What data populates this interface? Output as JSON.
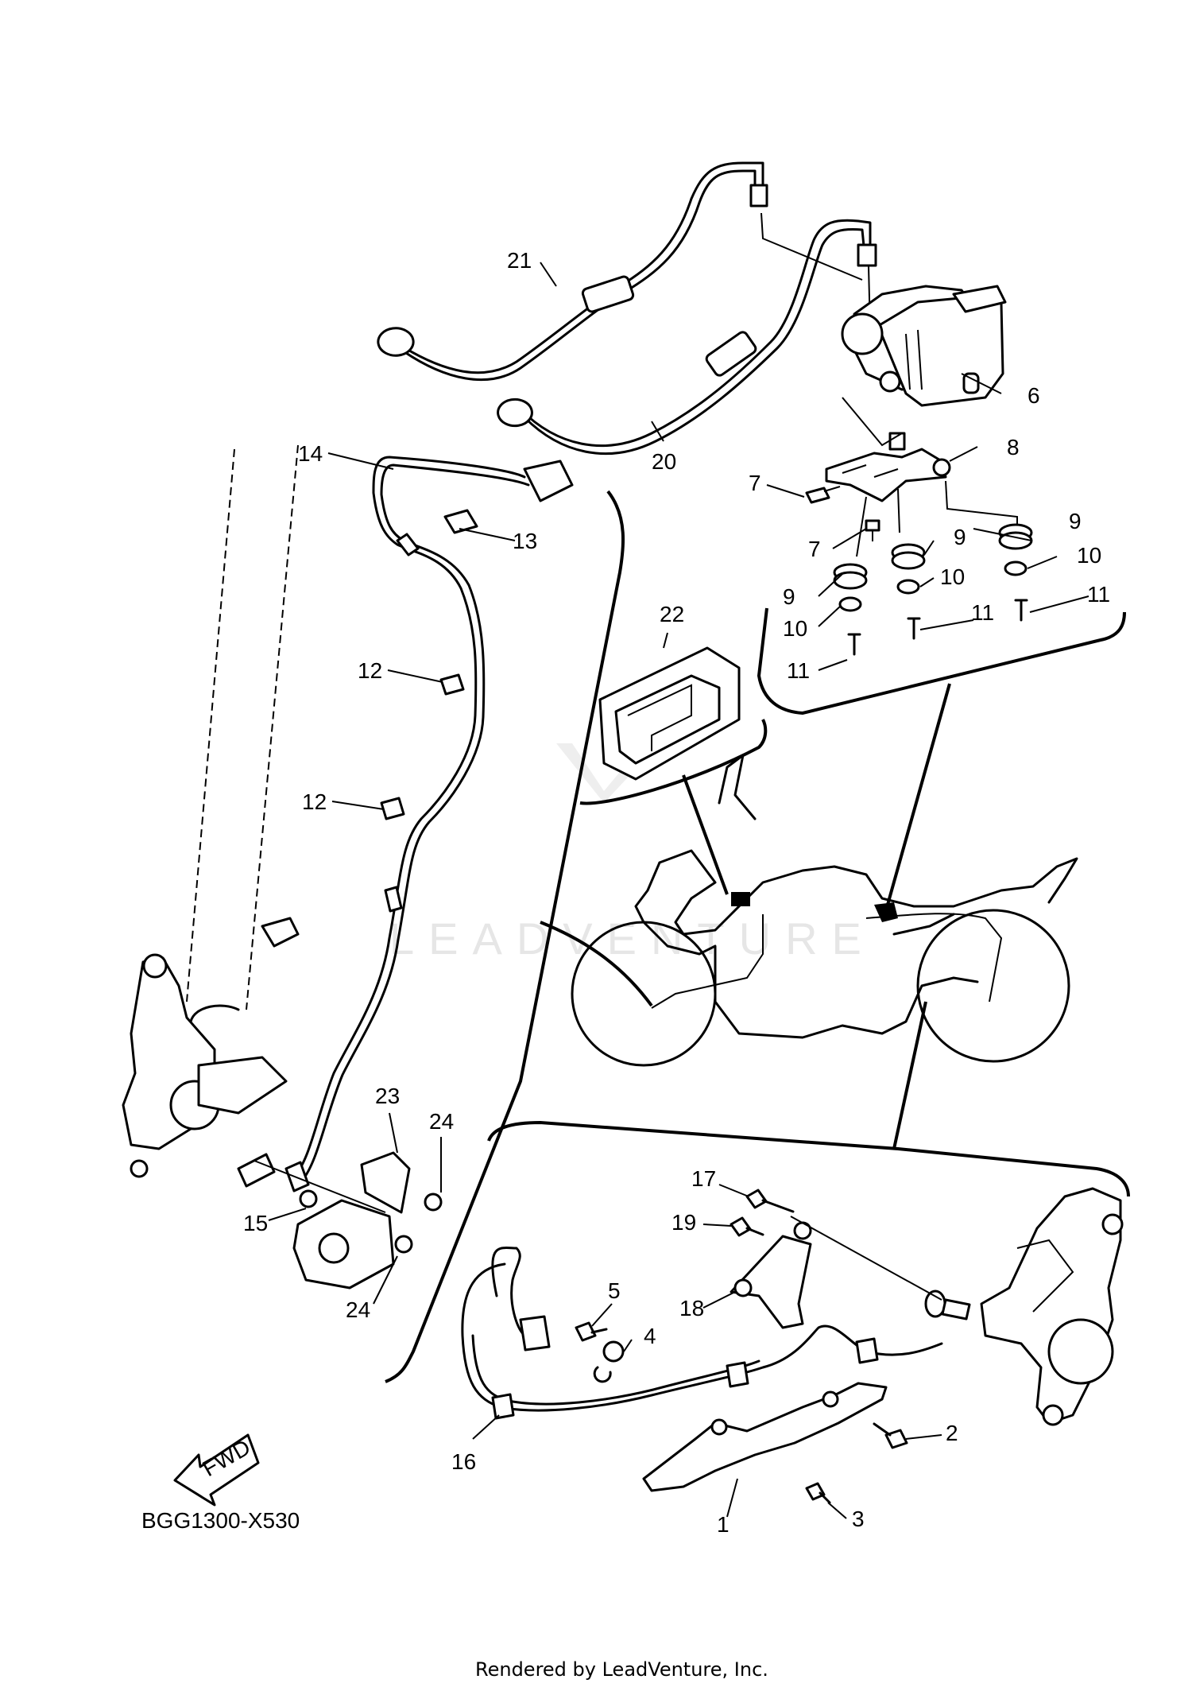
{
  "diagram": {
    "ref_code": "BGG1300-X530",
    "footer": "Rendered by LeadVenture, Inc.",
    "watermark": "LEADVENTURE",
    "fwd_label": "FWD",
    "callouts": {
      "c1": "1",
      "c2": "2",
      "c3": "3",
      "c4": "4",
      "c5": "5",
      "c6": "6",
      "c7a": "7",
      "c7b": "7",
      "c8": "8",
      "c9a": "9",
      "c9b": "9",
      "c9c": "9",
      "c10a": "10",
      "c10b": "10",
      "c10c": "10",
      "c11a": "11",
      "c11b": "11",
      "c11c": "11",
      "c12a": "12",
      "c12b": "12",
      "c13": "13",
      "c14": "14",
      "c15": "15",
      "c16": "16",
      "c17": "17",
      "c18": "18",
      "c19": "19",
      "c20": "20",
      "c21": "21",
      "c22": "22",
      "c23": "23",
      "c24a": "24",
      "c24b": "24"
    }
  }
}
